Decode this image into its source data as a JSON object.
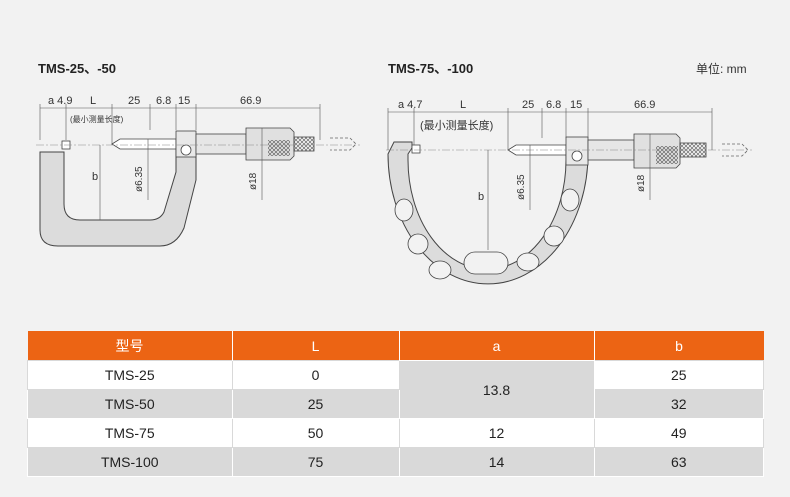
{
  "left_model": "TMS-25、-50",
  "right_model": "TMS-75、-100",
  "unit_label": "单位: mm",
  "dims_left": {
    "a": "a 4.9",
    "L": "L",
    "d25": "25",
    "d68": "6.8",
    "d15": "15",
    "d669": "66.9",
    "note": "(最小测量长度)",
    "b": "b",
    "phi635": "ø6.35",
    "phi18": "ø18"
  },
  "dims_right": {
    "a": "a 4.7",
    "L": "L",
    "d25": "25",
    "d68": "6.8",
    "d15": "15",
    "d669": "66.9",
    "note": "(最小测量长度)",
    "b": "b",
    "phi635": "ø6.35",
    "phi18": "ø18"
  },
  "table": {
    "headers": [
      "型号",
      "L",
      "a",
      "b"
    ],
    "rows": [
      {
        "model": "TMS-25",
        "L": "0",
        "a": "13.8",
        "b": "25"
      },
      {
        "model": "TMS-50",
        "L": "25",
        "a": "",
        "b": "32"
      },
      {
        "model": "TMS-75",
        "L": "50",
        "a": "12",
        "b": "49"
      },
      {
        "model": "TMS-100",
        "L": "75",
        "a": "14",
        "b": "63"
      }
    ]
  }
}
